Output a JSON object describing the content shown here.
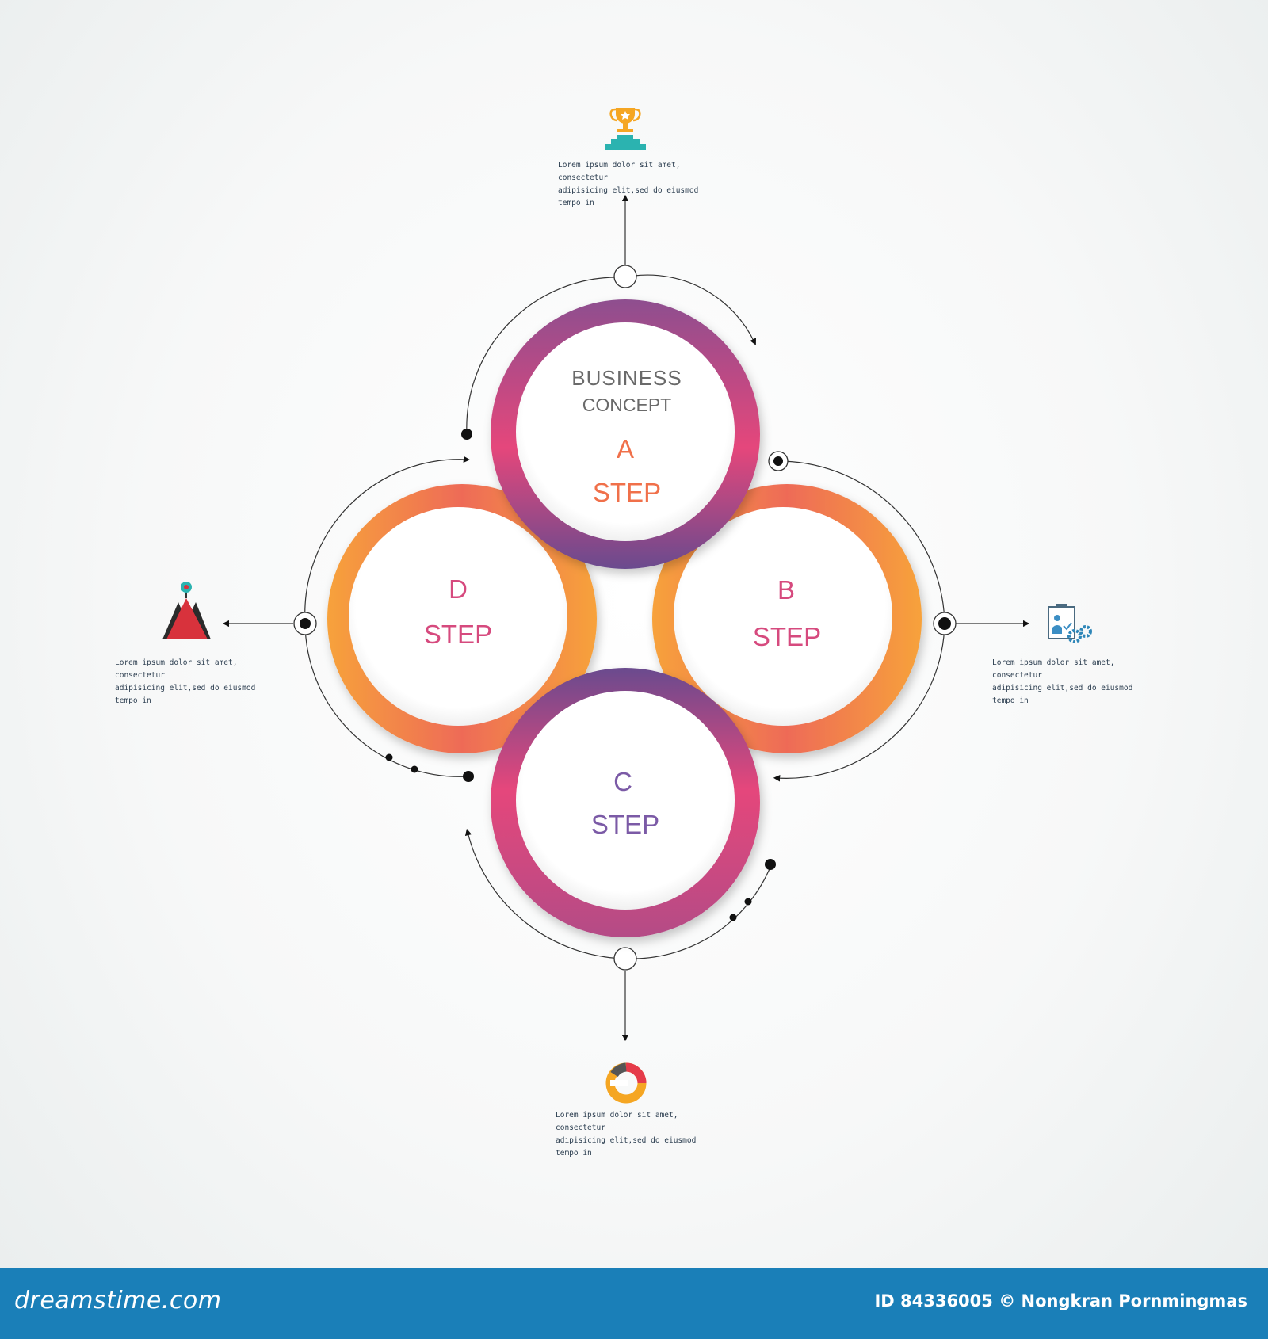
{
  "concept": {
    "line1": "BUSINESS",
    "line2": "CONCEPT"
  },
  "steps": [
    {
      "letter": "A",
      "word": "STEP",
      "color": "#f0704a"
    },
    {
      "letter": "B",
      "word": "STEP",
      "color": "#d64a7e"
    },
    {
      "letter": "C",
      "word": "STEP",
      "color": "#7b5aa6"
    },
    {
      "letter": "D",
      "word": "STEP",
      "color": "#d64a7e"
    }
  ],
  "captions": {
    "top": "Lorem ipsum dolor sit amet, consectetur\nadipisicing elit,sed do eiusmod tempo in",
    "right": "Lorem ipsum dolor sit amet, consectetur\nadipisicing elit,sed do eiusmod tempo in",
    "bottom": "Lorem ipsum dolor sit amet, consectetur\nadipisicing elit,sed do eiusmod tempo in",
    "left": "Lorem ipsum dolor sit amet, consectetur\nadipisicing elit,sed do eiusmod tempo in"
  },
  "icons": {
    "top": "trophy-icon",
    "right": "presentation-gears-icon",
    "bottom": "donut-chart-icon",
    "left": "mountain-target-icon"
  },
  "colors": {
    "orange": "#f7a23b",
    "pink": "#e5467b",
    "purple": "#6a4b8e",
    "magenta": "#b44c86",
    "footer": "#1a7fb8"
  },
  "footer": {
    "brand": "dreamstime.com",
    "credit": "ID 84336005 © Nongkran Pornmingmas"
  }
}
